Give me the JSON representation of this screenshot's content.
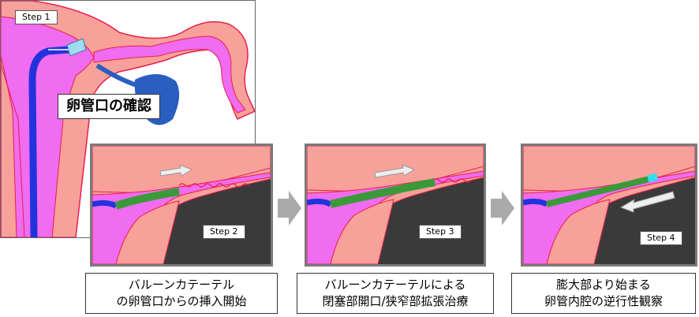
{
  "step1": {
    "label": "Step 1",
    "title": "卵管口の確認"
  },
  "step2": {
    "label": "Step 2",
    "caption_line1": "バルーンカテーテル",
    "caption_line2": "の卵管口からの挿入開始"
  },
  "step3": {
    "label": "Step 3",
    "caption_line1": "バルーンカテーテルによる",
    "caption_line2": "閉塞部開口/狭窄部拡張治療"
  },
  "step4": {
    "label": "Step 4",
    "caption_line1": "膨大部より始まる",
    "caption_line2": "卵管内腔の逆行性観察"
  },
  "colors": {
    "uterus_salmon": "#f7a19a",
    "tube_pink": "#f06cf0",
    "outline_red": "#e8204c",
    "catheter_blue": "#2233dd",
    "balloon_green": "#3a9a3a",
    "ovary_blue": "#2a5ec0",
    "panel_bg": "#3a3a3a",
    "arrow_gray": "#aaaaaa"
  }
}
